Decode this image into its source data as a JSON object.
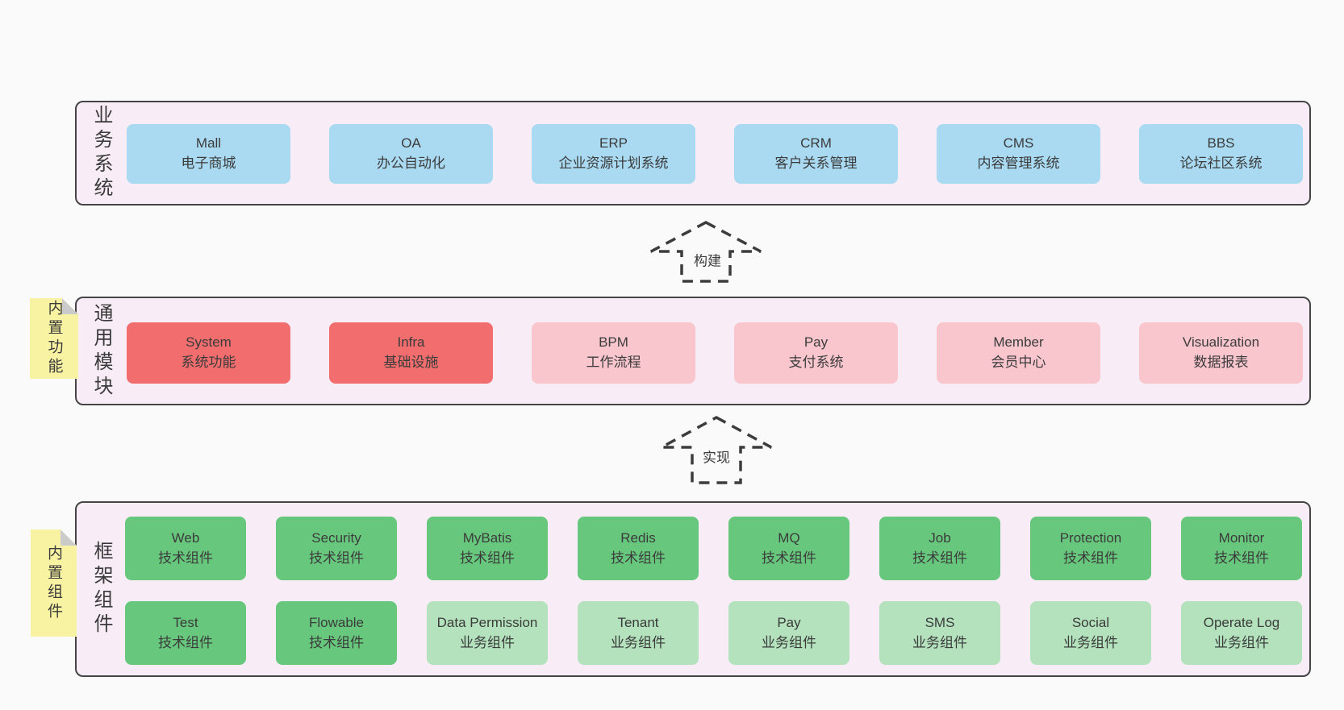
{
  "colors": {
    "page_bg": "#fafafa",
    "band_bg": "#f8edf6",
    "band_border": "#454545",
    "business_box": "#a9daf2",
    "core_module_box": "#f26e6e",
    "optional_module_box": "#f9c6ce",
    "tech_component_box": "#67c87d",
    "biz_component_box": "#b3e2bd",
    "sticky_note": "#f8f3a3",
    "sticky_fold": "#cbcbcb"
  },
  "bands": {
    "business": {
      "label": "业务系统",
      "boxes": [
        {
          "name": "Mall",
          "desc": "电子商城"
        },
        {
          "name": "OA",
          "desc": "办公自动化"
        },
        {
          "name": "ERP",
          "desc": "企业资源计划系统"
        },
        {
          "name": "CRM",
          "desc": "客户关系管理"
        },
        {
          "name": "CMS",
          "desc": "内容管理系统"
        },
        {
          "name": "BBS",
          "desc": "论坛社区系统"
        }
      ]
    },
    "modules": {
      "label": "通用模块",
      "note": "内置功能",
      "boxes": [
        {
          "name": "System",
          "desc": "系统功能"
        },
        {
          "name": "Infra",
          "desc": "基础设施"
        },
        {
          "name": "BPM",
          "desc": "工作流程"
        },
        {
          "name": "Pay",
          "desc": "支付系统"
        },
        {
          "name": "Member",
          "desc": "会员中心"
        },
        {
          "name": "Visualization",
          "desc": "数据报表"
        }
      ]
    },
    "components": {
      "label": "框架组件",
      "note": "内置组件",
      "row1": [
        {
          "name": "Web",
          "desc": "技术组件"
        },
        {
          "name": "Security",
          "desc": "技术组件"
        },
        {
          "name": "MyBatis",
          "desc": "技术组件"
        },
        {
          "name": "Redis",
          "desc": "技术组件"
        },
        {
          "name": "MQ",
          "desc": "技术组件"
        },
        {
          "name": "Job",
          "desc": "技术组件"
        },
        {
          "name": "Protection",
          "desc": "技术组件"
        },
        {
          "name": "Monitor",
          "desc": "技术组件"
        }
      ],
      "row2": [
        {
          "name": "Test",
          "desc": "技术组件"
        },
        {
          "name": "Flowable",
          "desc": "技术组件"
        },
        {
          "name": "Data Permission",
          "desc": "业务组件"
        },
        {
          "name": "Tenant",
          "desc": "业务组件"
        },
        {
          "name": "Pay",
          "desc": "业务组件"
        },
        {
          "name": "SMS",
          "desc": "业务组件"
        },
        {
          "name": "Social",
          "desc": "业务组件"
        },
        {
          "name": "Operate Log",
          "desc": "业务组件"
        }
      ]
    }
  },
  "arrows": {
    "build": "构建",
    "implement": "实现"
  }
}
